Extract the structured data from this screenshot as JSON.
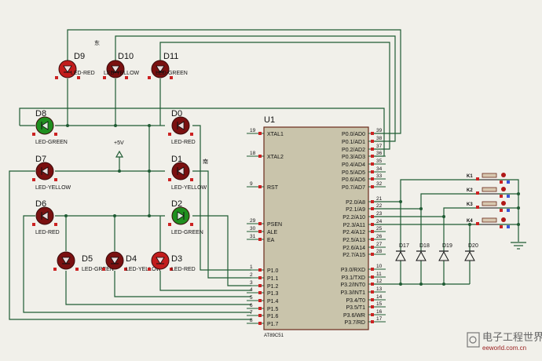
{
  "chip": {
    "ref": "U1",
    "part": "AT89C51",
    "left_pins": [
      {
        "num": "19",
        "name": "XTAL1"
      },
      {
        "num": "18",
        "name": "XTAL2"
      },
      {
        "num": "9",
        "name": "RST"
      },
      {
        "num": "29",
        "name": "PSEN"
      },
      {
        "num": "30",
        "name": "ALE"
      },
      {
        "num": "31",
        "name": "EA"
      },
      {
        "num": "1",
        "name": "P1.0"
      },
      {
        "num": "2",
        "name": "P1.1"
      },
      {
        "num": "3",
        "name": "P1.2"
      },
      {
        "num": "4",
        "name": "P1.3"
      },
      {
        "num": "5",
        "name": "P1.4"
      },
      {
        "num": "6",
        "name": "P1.5"
      },
      {
        "num": "7",
        "name": "P1.6"
      },
      {
        "num": "8",
        "name": "P1.7"
      }
    ],
    "right_pins": [
      {
        "num": "39",
        "name": "P0.0/AD0"
      },
      {
        "num": "38",
        "name": "P0.1/AD1"
      },
      {
        "num": "37",
        "name": "P0.2/AD2"
      },
      {
        "num": "36",
        "name": "P0.3/AD3"
      },
      {
        "num": "35",
        "name": "P0.4/AD4"
      },
      {
        "num": "34",
        "name": "P0.5/AD5"
      },
      {
        "num": "33",
        "name": "P0.6/AD6"
      },
      {
        "num": "32",
        "name": "P0.7/AD7"
      },
      {
        "num": "21",
        "name": "P2.0/A8"
      },
      {
        "num": "22",
        "name": "P2.1/A9"
      },
      {
        "num": "23",
        "name": "P2.2/A10"
      },
      {
        "num": "24",
        "name": "P2.3/A11"
      },
      {
        "num": "25",
        "name": "P2.4/A12"
      },
      {
        "num": "26",
        "name": "P2.5/A13"
      },
      {
        "num": "27",
        "name": "P2.6/A14"
      },
      {
        "num": "28",
        "name": "P2.7/A15"
      },
      {
        "num": "10",
        "name": "P3.0/RXD"
      },
      {
        "num": "11",
        "name": "P3.1/TXD"
      },
      {
        "num": "12",
        "name": "P3.2/INT0"
      },
      {
        "num": "13",
        "name": "P3.3/INT1"
      },
      {
        "num": "14",
        "name": "P3.4/T0"
      },
      {
        "num": "15",
        "name": "P3.5/T1"
      },
      {
        "num": "16",
        "name": "P3.6/WR"
      },
      {
        "num": "17",
        "name": "P3.7/RD"
      }
    ]
  },
  "leds": [
    {
      "ref": "D9",
      "type": "LED-RED",
      "state": "on-red"
    },
    {
      "ref": "D10",
      "type": "LED-YELLOW",
      "state": "off"
    },
    {
      "ref": "D11",
      "type": "LED-GREEN",
      "state": "off"
    },
    {
      "ref": "D8",
      "type": "LED-GREEN",
      "state": "on-green"
    },
    {
      "ref": "D0",
      "type": "LED-RED",
      "state": "off"
    },
    {
      "ref": "D7",
      "type": "LED-YELLOW",
      "state": "off"
    },
    {
      "ref": "D1",
      "type": "LED-YELLOW",
      "state": "off"
    },
    {
      "ref": "D6",
      "type": "LED-RED",
      "state": "off"
    },
    {
      "ref": "D2",
      "type": "LED-GREEN",
      "state": "on-green"
    },
    {
      "ref": "D5",
      "type": "LED-GREEN",
      "state": "off"
    },
    {
      "ref": "D4",
      "type": "LED-YELLOW",
      "state": "off"
    },
    {
      "ref": "D3",
      "type": "LED-RED",
      "state": "on-red"
    }
  ],
  "diodes": [
    "D17",
    "D18",
    "D19",
    "D20"
  ],
  "keys": [
    "K1",
    "K2",
    "K3",
    "K4"
  ],
  "supply_label": "+5V",
  "direction_labels": {
    "east": "东",
    "south": "南"
  },
  "watermark": {
    "site": "eeworld.com.cn",
    "brand": "电子工程世界"
  },
  "colors": {
    "wire": "#1f5b33",
    "chip_fill": "#c9c4ab",
    "led_red_on": "#c21c1c",
    "led_green_on": "#1f8f1f",
    "led_off": "#7a1010"
  }
}
